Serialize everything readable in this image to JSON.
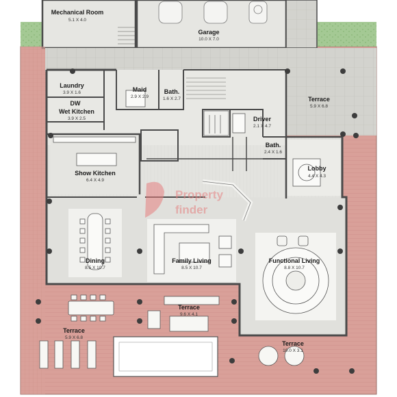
{
  "colors": {
    "terrace": "#d79a93",
    "floor": "#e2e2de",
    "wall": "#4a4a4a",
    "paving": "#cfcfca",
    "grass": "#9cc48a",
    "watermark": "#e57f7f"
  },
  "rooms": {
    "mechanical": {
      "name": "Mechanical Room",
      "dim": "5.1 X 4.0"
    },
    "garage": {
      "name": "Garage",
      "dim": "10.0 X 7.0"
    },
    "laundry": {
      "name": "Laundry",
      "dim": "3.9 X 1.6"
    },
    "maid": {
      "name": "Maid",
      "dim": "2.9 X 2.9"
    },
    "bath1": {
      "name": "Bath.",
      "dim": "1.6 X 2.7"
    },
    "dw": {
      "name": "DW"
    },
    "wet_kitchen": {
      "name": "Wet Kitchen",
      "dim": "3.9 X 2.5"
    },
    "terrace_ne": {
      "name": "Terrace",
      "dim": "5.9 X 6.8"
    },
    "driver": {
      "name": "Driver",
      "dim": "2.1 X 4.7"
    },
    "bath2": {
      "name": "Bath.",
      "dim": "2.4 X 1.6"
    },
    "show_kitchen": {
      "name": "Show Kitchen",
      "dim": "6.4 X 4.9"
    },
    "lobby": {
      "name": "Lobby",
      "dim": "4.4 X 4.3"
    },
    "dining": {
      "name": "Dining",
      "dim": "8.5 X 10.7"
    },
    "family_living": {
      "name": "Family Living",
      "dim": "8.5 X 10.7"
    },
    "functional_living": {
      "name": "Functional Living",
      "dim": "8.8 X 10.7"
    },
    "terrace_center": {
      "name": "Terrace",
      "dim": "9.6 X 4.1"
    },
    "terrace_sw": {
      "name": "Terrace",
      "dim": "5.9 X 6.8"
    },
    "terrace_se": {
      "name": "Terrace",
      "dim": "10.0 X 3.1"
    }
  },
  "watermark": {
    "line1": "Property",
    "line2": "finder"
  }
}
